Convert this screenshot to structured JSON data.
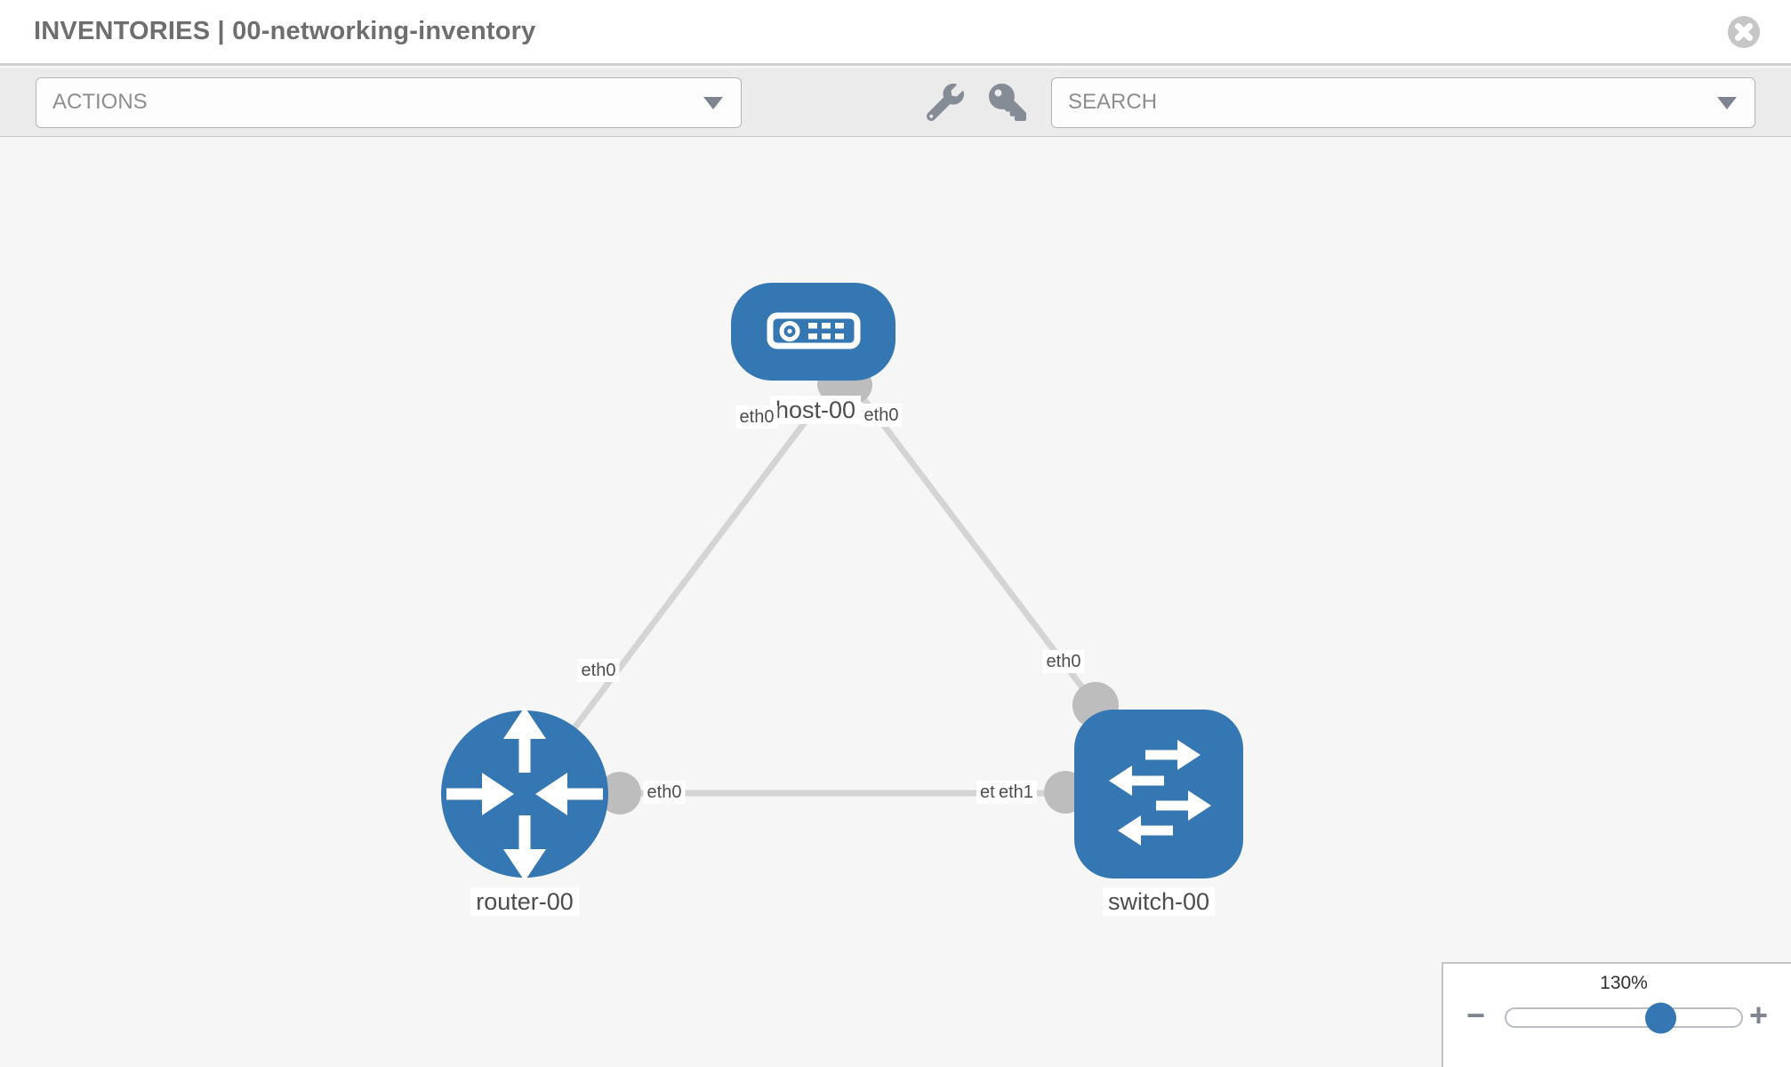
{
  "header": {
    "title": "INVENTORIES | 00-networking-inventory"
  },
  "toolbar": {
    "actions_label": "ACTIONS",
    "search_label": "SEARCH",
    "wrench_icon": "wrench",
    "key_icon": "key"
  },
  "topology": {
    "nodes": [
      {
        "id": "host-00",
        "type": "host",
        "label": "host-00"
      },
      {
        "id": "router-00",
        "type": "router",
        "label": "router-00"
      },
      {
        "id": "switch-00",
        "type": "switch",
        "label": "switch-00"
      }
    ],
    "links": [
      {
        "from": "host-00",
        "from_iface": "eth0",
        "to": "router-00",
        "to_iface": "eth0"
      },
      {
        "from": "host-00",
        "from_iface": "eth0",
        "to": "switch-00",
        "to_iface": "eth0"
      },
      {
        "from": "router-00",
        "from_iface": "eth0",
        "to": "switch-00",
        "to_iface": "eth1"
      }
    ],
    "switch_overlap_back_label": "eth0"
  },
  "zoom_control": {
    "level": "130%",
    "minus_glyph": "−",
    "plus_glyph": "+"
  },
  "colors": {
    "node_blue": "#3577b2",
    "connector_gray": "#bdbdbd",
    "edge_gray": "#d4d4d4",
    "toolbar_bg": "#ebebeb",
    "canvas_bg": "#f6f6f6"
  }
}
